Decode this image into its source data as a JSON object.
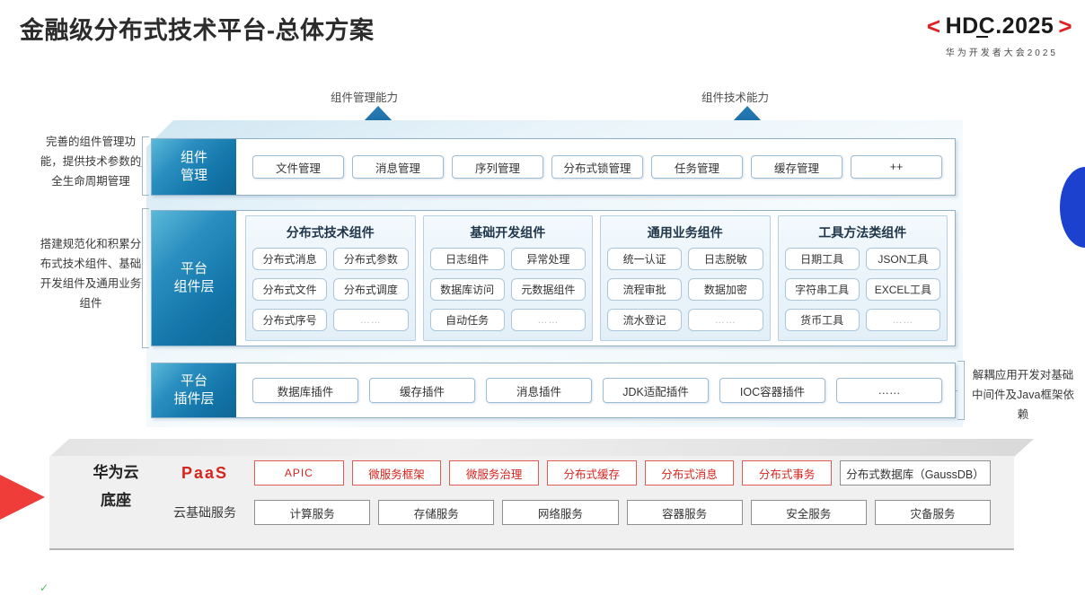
{
  "header": {
    "title": "金融级分布式技术平台-总体方案",
    "logo_bracket_left": "<",
    "logo_bracket_right": ">",
    "logo_main": "HDC.2025",
    "logo_sub": "华为开发者大会2025"
  },
  "arrows": [
    {
      "label": "组件管理能力"
    },
    {
      "label": "组件技术能力"
    }
  ],
  "side_notes": {
    "left_top": "完善的组件管理功能，提供技术参数的全生命周期管理",
    "left_bottom": "搭建规范化和积累分布式技术组件、基础开发组件及通用业务组件",
    "right": "解耦应用开发对基础中间件及Java框架依赖"
  },
  "layers": {
    "component_management": {
      "title_line1": "组件",
      "title_line2": "管理",
      "items": [
        "文件管理",
        "消息管理",
        "序列管理",
        "分布式锁管理",
        "任务管理",
        "缓存管理",
        "++"
      ]
    },
    "platform_component": {
      "title_line1": "平台",
      "title_line2": "组件层",
      "groups": [
        {
          "title": "分布式技术组件",
          "cells": [
            "分布式消息",
            "分布式参数",
            "分布式文件",
            "分布式调度",
            "分布式序号",
            "……"
          ]
        },
        {
          "title": "基础开发组件",
          "cells": [
            "日志组件",
            "异常处理",
            "数据库访问",
            "元数据组件",
            "自动任务",
            "……"
          ]
        },
        {
          "title": "通用业务组件",
          "cells": [
            "统一认证",
            "日志脱敏",
            "流程审批",
            "数据加密",
            "流水登记",
            "……"
          ]
        },
        {
          "title": "工具方法类组件",
          "cells": [
            "日期工具",
            "JSON工具",
            "字符串工具",
            "EXCEL工具",
            "货币工具",
            "……"
          ]
        }
      ]
    },
    "platform_plugin": {
      "title_line1": "平台",
      "title_line2": "插件层",
      "items": [
        "数据库插件",
        "缓存插件",
        "消息插件",
        "JDK适配插件",
        "IOC容器插件",
        "……"
      ]
    }
  },
  "cloud_base": {
    "label_line1": "华为云",
    "label_line2": "底座",
    "paas_label": "PaaS",
    "basic_label": "云基础服务",
    "paas_items": [
      {
        "text": "APIC",
        "style": "red"
      },
      {
        "text": "微服务框架",
        "style": "red"
      },
      {
        "text": "微服务治理",
        "style": "red"
      },
      {
        "text": "分布式缓存",
        "style": "red"
      },
      {
        "text": "分布式消息",
        "style": "red"
      },
      {
        "text": "分布式事务",
        "style": "red"
      },
      {
        "text": "分布式数据库（GaussDB）",
        "style": "gray"
      }
    ],
    "basic_items": [
      "计算服务",
      "存储服务",
      "网络服务",
      "容器服务",
      "安全服务",
      "灾备服务"
    ]
  },
  "colors": {
    "accent_blue": "#1274a8",
    "accent_red": "#d5251f",
    "brand_red": "#ef3e3a",
    "brand_blue": "#1c41cf"
  }
}
